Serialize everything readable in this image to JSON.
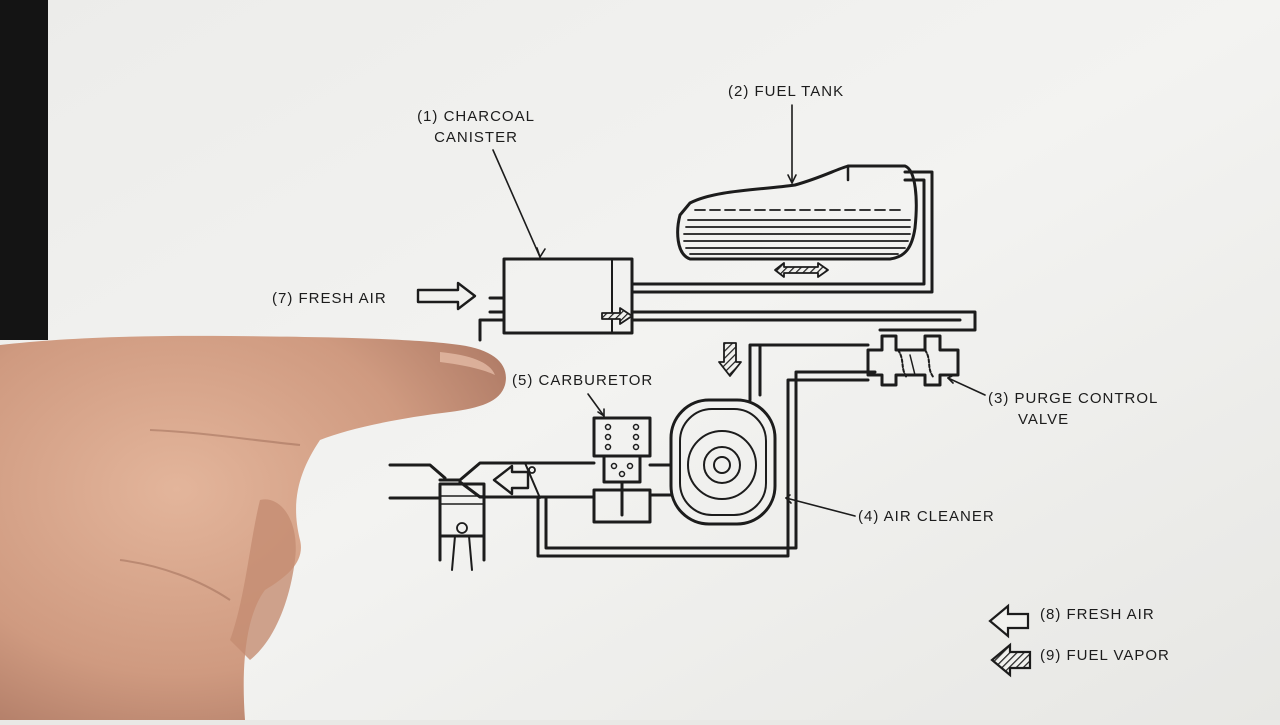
{
  "labels": {
    "charcoal_canister": [
      "(1) CHARCOAL",
      "CANISTER"
    ],
    "fuel_tank": "(2) FUEL TANK",
    "purge_control_valve": [
      "(3) PURGE CONTROL",
      "VALVE"
    ],
    "air_cleaner": "(4) AIR CLEANER",
    "carburetor": "(5) CARBURETOR",
    "fresh_air_inlet": "(7) FRESH AIR"
  },
  "legend": [
    {
      "symbol": "hollow-arrow-icon",
      "label": "(8) FRESH AIR"
    },
    {
      "symbol": "hatched-arrow-icon",
      "label": "(9) FUEL VAPOR"
    }
  ],
  "colors": {
    "paper": "#f1f1ee",
    "ink": "#1c1c1c",
    "frame": "#141414",
    "skin": "#d9a98f"
  }
}
